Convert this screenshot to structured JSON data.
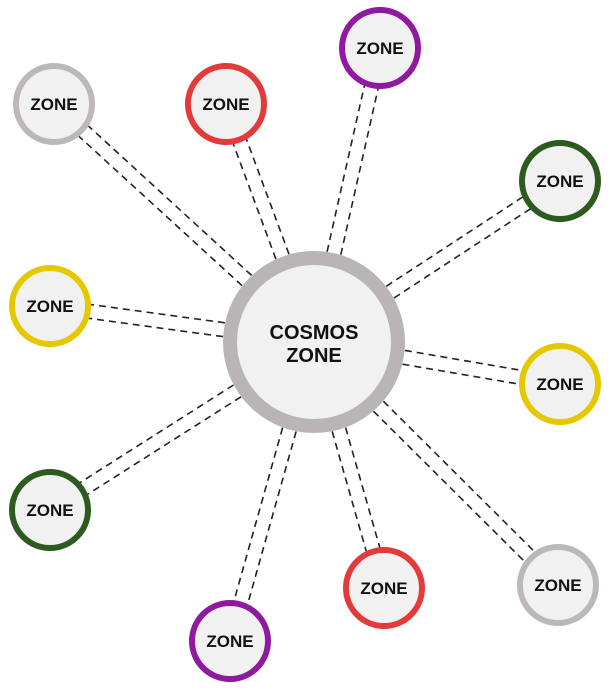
{
  "hub": {
    "line1": "COSMOS",
    "line2": "ZONE",
    "ring_color": "#b9b4b6",
    "fill_color": "#f1f1f1"
  },
  "zones": [
    {
      "label": "ZONE",
      "ring_color": "#8f1aa0"
    },
    {
      "label": "ZONE",
      "ring_color": "#e33b3b"
    },
    {
      "label": "ZONE",
      "ring_color": "#bcb7b9"
    },
    {
      "label": "ZONE",
      "ring_color": "#2d5a1f"
    },
    {
      "label": "ZONE",
      "ring_color": "#e5c800"
    },
    {
      "label": "ZONE",
      "ring_color": "#e5c800"
    },
    {
      "label": "ZONE",
      "ring_color": "#2d5a1f"
    },
    {
      "label": "ZONE",
      "ring_color": "#bcb7b9"
    },
    {
      "label": "ZONE",
      "ring_color": "#e33b3b"
    },
    {
      "label": "ZONE",
      "ring_color": "#8f1aa0"
    }
  ]
}
